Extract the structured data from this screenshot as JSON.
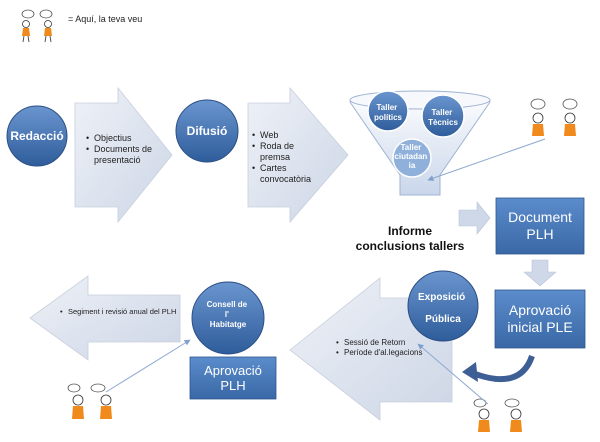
{
  "legend": {
    "text": "= Aquí, la teva veu",
    "icon": "two-people-talking-icon"
  },
  "stages": {
    "redaccio": {
      "label": "Redacció",
      "bullets": [
        "Objectius",
        "Documents de presentació"
      ]
    },
    "difusio": {
      "label": "Difusió",
      "bullets": [
        "Web",
        "Roda de premsa",
        "Cartes convocatòria"
      ]
    },
    "exposicio": {
      "label_line1": "Exposició",
      "label_line2": "Pública",
      "bullets": [
        "Sessió de Retorn",
        "Període d'al.legacions"
      ]
    },
    "consell": {
      "label_line1": "Consell de",
      "label_line2": "l'",
      "label_line3": "Habitatge"
    }
  },
  "funnel": {
    "taller_politics": [
      "Taller",
      "polítics"
    ],
    "taller_tecnics": [
      "Taller",
      "Tècnics"
    ],
    "taller_ciutadania": [
      "Taller",
      "ciutadan",
      "ia"
    ]
  },
  "informe": {
    "line1": "Informe",
    "line2": "conclusions tallers"
  },
  "boxes": {
    "document_plh": {
      "line1": "Document",
      "line2": "PLH"
    },
    "aprovacio_ple": {
      "line1": "Aprovació",
      "line2": "inicial PLE"
    },
    "aprovacio_plh": {
      "line1": "Aprovació",
      "line2": "PLH"
    }
  },
  "final_arrow": {
    "bullets": [
      "Segiment i revisió anual del PLH"
    ]
  },
  "colors": {
    "dark_blue": "#3d6ba8",
    "mid_blue": "#4f81bd",
    "light_arrow": "#dfe5ef",
    "text_dark": "#222222"
  }
}
